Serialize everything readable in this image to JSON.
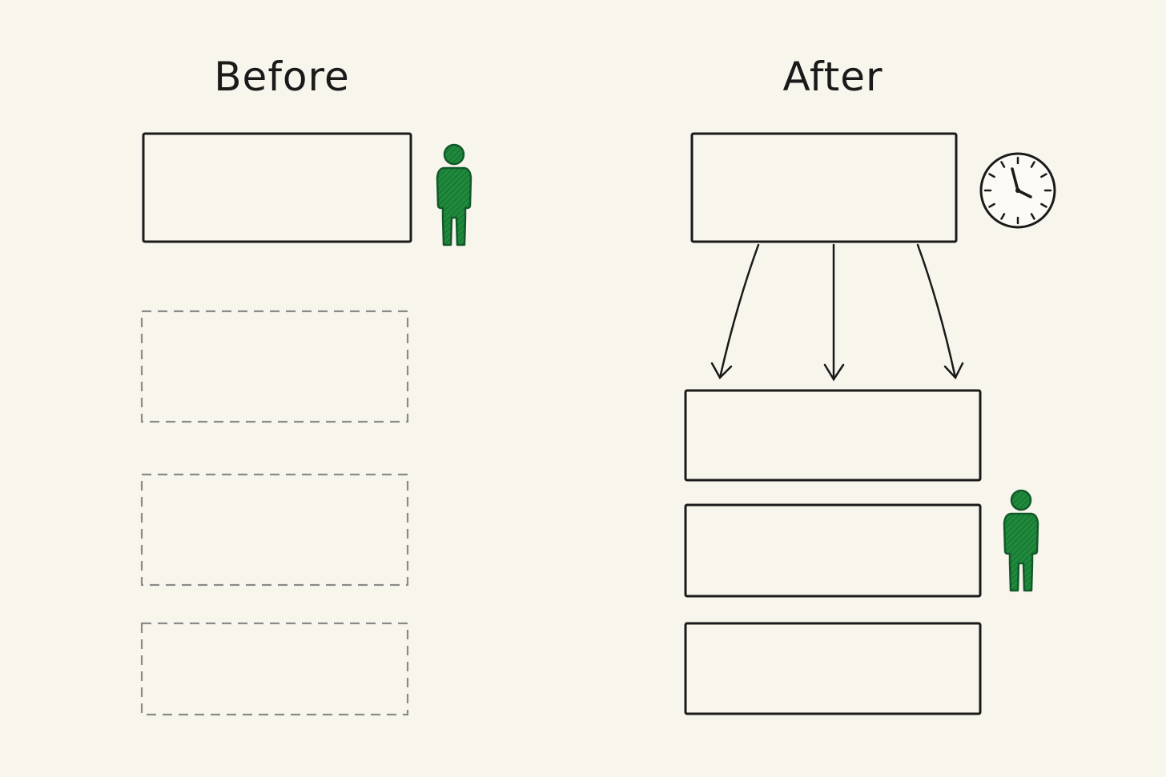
{
  "before": {
    "title": "Before",
    "solid_box_count": 1,
    "dashed_box_count": 3,
    "person_icon": "person-icon"
  },
  "after": {
    "title": "After",
    "source_box_count": 1,
    "target_box_count": 3,
    "arrow_count": 3,
    "clock_icon": "clock-icon",
    "person_icon": "person-icon"
  },
  "colors": {
    "background": "#f8f5ec",
    "ink": "#1a1a1a",
    "dashed": "#8a8a8a",
    "person": "#1f8a3c"
  }
}
